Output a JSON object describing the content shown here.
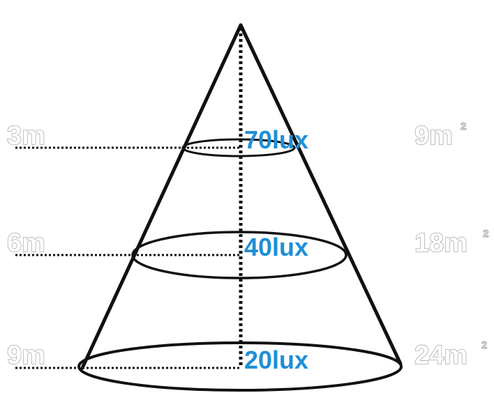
{
  "levels": [
    {
      "distance": "3m",
      "illuminance": "70lux",
      "area": "9m",
      "area_unit_exp": "2"
    },
    {
      "distance": "6m",
      "illuminance": "40lux",
      "area": "18m",
      "area_unit_exp": "2"
    },
    {
      "distance": "9m",
      "illuminance": "20lux",
      "area": "24m",
      "area_unit_exp": "2"
    }
  ],
  "colors": {
    "cone_line": "#111111",
    "lux_text": "#1f8fd6",
    "outline_text": "#9a9a9a",
    "guide_line": "#111111"
  }
}
